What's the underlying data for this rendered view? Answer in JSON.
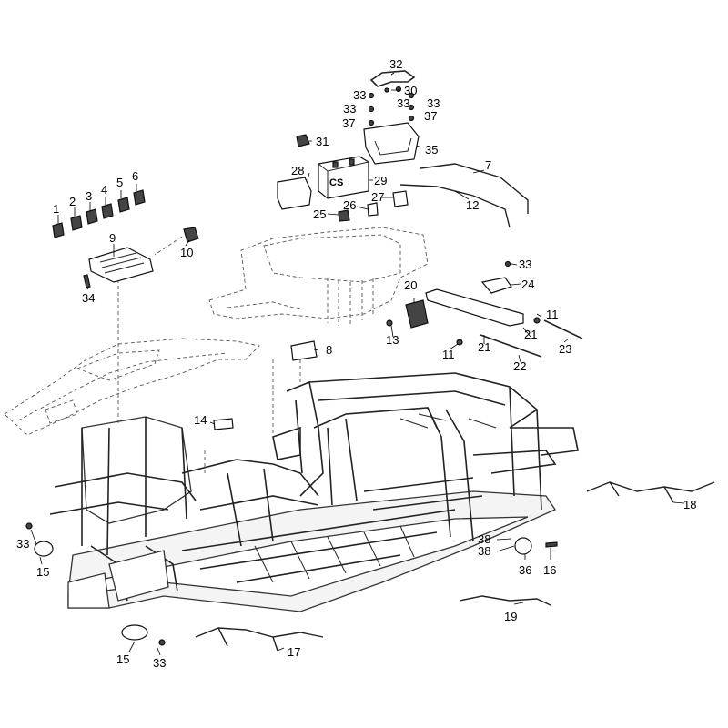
{
  "callouts": {
    "c1": "1",
    "c2": "2",
    "c3": "3",
    "c4": "4",
    "c5": "5",
    "c6": "6",
    "c7": "7",
    "c8": "8",
    "c9": "9",
    "c10": "10",
    "c11a": "11",
    "c11b": "11",
    "c12": "12",
    "c13": "13",
    "c14": "14",
    "c15a": "15",
    "c15b": "15",
    "c16": "16",
    "c17": "17",
    "c18": "18",
    "c19": "19",
    "c20": "20",
    "c21a": "21",
    "c21b": "21",
    "c22": "22",
    "c23": "23",
    "c24": "24",
    "c25": "25",
    "c26": "26",
    "c27": "27",
    "c28": "28",
    "c29": "29",
    "c30": "30",
    "c31": "31",
    "c32": "32",
    "c33a": "33",
    "c33b": "33",
    "c33c": "33",
    "c33d": "33",
    "c33e": "33",
    "c33f": "33",
    "c33g": "33",
    "c35": "35",
    "c36": "36",
    "c37a": "37",
    "c37b": "37",
    "c38a": "38",
    "c38b": "38"
  },
  "battery_label": "CS"
}
